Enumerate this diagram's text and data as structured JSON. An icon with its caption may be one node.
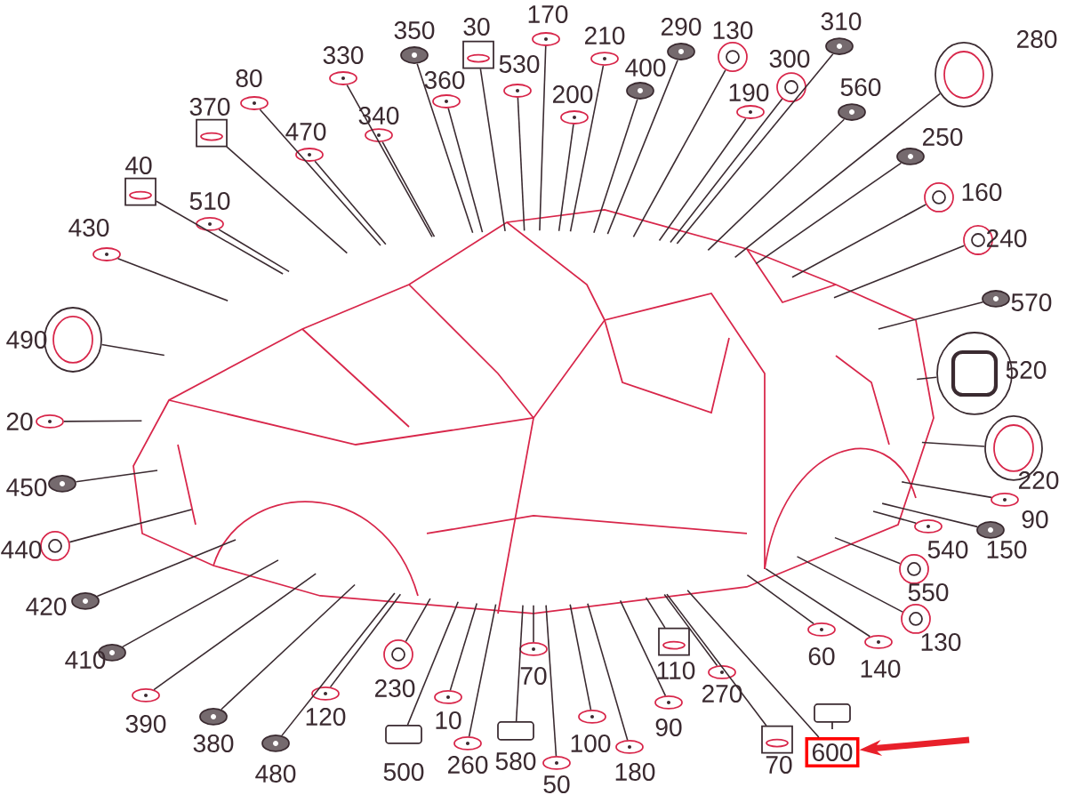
{
  "diagram": {
    "nodes": [
      {
        "text": [],
        "shape": "picture"
      },
      {
        "text": [
          "170"
        ]
      },
      {
        "text": [
          "350"
        ]
      },
      {
        "text": [
          "30"
        ]
      },
      {
        "text": [
          "210"
        ]
      },
      {
        "text": [
          "290"
        ]
      },
      {
        "text": [
          "130"
        ]
      },
      {
        "text": [
          "310"
        ]
      },
      {
        "text": [
          "280"
        ]
      },
      {
        "text": [
          "330"
        ]
      },
      {
        "text": [
          "530"
        ]
      },
      {
        "text": [
          "80"
        ]
      },
      {
        "text": [
          "360"
        ]
      },
      {
        "text": [
          "400"
        ]
      },
      {
        "text": [
          "300"
        ]
      },
      {
        "text": [
          "560"
        ]
      },
      {
        "text": [
          "370"
        ]
      },
      {
        "text": [
          "470"
        ]
      },
      {
        "text": [
          "340"
        ]
      },
      {
        "text": [
          "200"
        ]
      },
      {
        "text": [
          "190"
        ]
      },
      {
        "text": [
          "250"
        ]
      },
      {
        "text": [
          "40"
        ]
      },
      {
        "text": [
          "510"
        ]
      },
      {
        "text": [
          "160"
        ]
      },
      {
        "text": [
          "430"
        ]
      },
      {
        "text": [
          "240"
        ]
      },
      {
        "text": [
          "570"
        ]
      },
      {
        "text": [
          "490"
        ]
      },
      {
        "text": [
          "520"
        ]
      },
      {
        "text": [
          "20"
        ]
      },
      {
        "text": [
          "220"
        ]
      },
      {
        "text": [
          "90"
        ]
      },
      {
        "text": [
          "450"
        ]
      },
      {
        "text": [
          "540"
        ]
      },
      {
        "text": [
          "150"
        ]
      },
      {
        "text": [
          "440"
        ]
      },
      {
        "text": [
          "550"
        ]
      },
      {
        "text": [
          "420"
        ]
      },
      {
        "text": [
          "130"
        ]
      },
      {
        "text": [
          "410"
        ]
      },
      {
        "text": [
          "140"
        ]
      },
      {
        "text": [
          "110"
        ]
      },
      {
        "text": [
          "60"
        ]
      },
      {
        "text": [
          "230"
        ]
      },
      {
        "text": [
          "70"
        ]
      },
      {
        "text": [
          "10"
        ]
      },
      {
        "text": [
          "390"
        ]
      },
      {
        "text": [
          "270"
        ]
      },
      {
        "text": [
          "380"
        ]
      },
      {
        "text": [
          "120"
        ]
      },
      {
        "text": [
          "480"
        ]
      },
      {
        "text": [
          "90"
        ]
      },
      {
        "text": [
          "100"
        ]
      },
      {
        "text": [
          "260"
        ]
      },
      {
        "text": [
          "580"
        ]
      },
      {
        "text": [
          "500"
        ]
      },
      {
        "text": [
          "180"
        ]
      },
      {
        "text": [
          "70"
        ]
      },
      {
        "text": [
          "50"
        ]
      },
      {
        "text": [
          "600"
        ]
      }
    ],
    "edges": [
      {
        "from": 1,
        "to": 0,
        "arrow": "none"
      },
      {
        "from": 2,
        "to": 0,
        "arrow": "none"
      },
      {
        "from": 3,
        "to": 0,
        "arrow": "none"
      },
      {
        "from": 4,
        "to": 0,
        "arrow": "none"
      },
      {
        "from": 5,
        "to": 0,
        "arrow": "none"
      },
      {
        "from": 6,
        "to": 0,
        "arrow": "none"
      },
      {
        "from": 7,
        "to": 0,
        "arrow": "none"
      },
      {
        "from": 8,
        "to": 0,
        "arrow": "none"
      },
      {
        "from": 9,
        "to": 0,
        "arrow": "none"
      },
      {
        "from": 10,
        "to": 0,
        "arrow": "none"
      },
      {
        "from": 11,
        "to": 0,
        "arrow": "none"
      },
      {
        "from": 12,
        "to": 0,
        "arrow": "none"
      },
      {
        "from": 13,
        "to": 0,
        "arrow": "none"
      },
      {
        "from": 14,
        "to": 0,
        "arrow": "none"
      },
      {
        "from": 15,
        "to": 0,
        "arrow": "none"
      },
      {
        "from": 16,
        "to": 0,
        "arrow": "none"
      },
      {
        "from": 17,
        "to": 0,
        "arrow": "none"
      },
      {
        "from": 18,
        "to": 0,
        "arrow": "none"
      },
      {
        "from": 19,
        "to": 0,
        "arrow": "none"
      },
      {
        "from": 20,
        "to": 0,
        "arrow": "none"
      },
      {
        "from": 21,
        "to": 0,
        "arrow": "none"
      },
      {
        "from": 22,
        "to": 0,
        "arrow": "none"
      },
      {
        "from": 23,
        "to": 0,
        "arrow": "none"
      },
      {
        "from": 24,
        "to": 0,
        "arrow": "none"
      },
      {
        "from": 25,
        "to": 0,
        "arrow": "none"
      },
      {
        "from": 26,
        "to": 0,
        "arrow": "none"
      },
      {
        "from": 27,
        "to": 0,
        "arrow": "none"
      },
      {
        "from": 28,
        "to": 0,
        "arrow": "none"
      },
      {
        "from": 29,
        "to": 0,
        "arrow": "none"
      },
      {
        "from": 30,
        "to": 0,
        "arrow": "none"
      },
      {
        "from": 31,
        "to": 0,
        "arrow": "none"
      },
      {
        "from": 32,
        "to": 0,
        "arrow": "none"
      },
      {
        "from": 33,
        "to": 0,
        "arrow": "none"
      },
      {
        "from": 34,
        "to": 0,
        "arrow": "none"
      },
      {
        "from": 35,
        "to": 0,
        "arrow": "none"
      },
      {
        "from": 36,
        "to": 0,
        "arrow": "none"
      },
      {
        "from": 37,
        "to": 0,
        "arrow": "none"
      },
      {
        "from": 38,
        "to": 0,
        "arrow": "none"
      },
      {
        "from": 39,
        "to": 0,
        "arrow": "none"
      },
      {
        "from": 40,
        "to": 0,
        "arrow": "none"
      },
      {
        "from": 41,
        "to": 0,
        "arrow": "none"
      },
      {
        "from": 42,
        "to": 0,
        "arrow": "none"
      },
      {
        "from": 43,
        "to": 0,
        "arrow": "none"
      },
      {
        "from": 44,
        "to": 0,
        "arrow": "none"
      },
      {
        "from": 45,
        "to": 0,
        "arrow": "none"
      },
      {
        "from": 46,
        "to": 0,
        "arrow": "none"
      },
      {
        "from": 47,
        "to": 0,
        "arrow": "none"
      },
      {
        "from": 48,
        "to": 0,
        "arrow": "none"
      },
      {
        "from": 49,
        "to": 0,
        "arrow": "none"
      },
      {
        "from": 50,
        "to": 0,
        "arrow": "none"
      },
      {
        "from": 51,
        "to": 0,
        "arrow": "none"
      },
      {
        "from": 52,
        "to": 0,
        "arrow": "none"
      },
      {
        "from": 53,
        "to": 0,
        "arrow": "none"
      },
      {
        "from": 54,
        "to": 0,
        "arrow": "none"
      },
      {
        "from": 55,
        "to": 0,
        "arrow": "none"
      },
      {
        "from": 56,
        "to": 0,
        "arrow": "none"
      },
      {
        "from": 57,
        "to": 0,
        "arrow": "none"
      },
      {
        "from": 58,
        "to": 0,
        "arrow": "none"
      },
      {
        "from": 59,
        "to": 0,
        "arrow": "none"
      },
      {
        "from": 60,
        "to": 0,
        "arrow": "none"
      },
      {
        "from": null,
        "to": 60,
        "arrow": "to",
        "style": "thick",
        "color": "#e8202a"
      }
    ]
  }
}
